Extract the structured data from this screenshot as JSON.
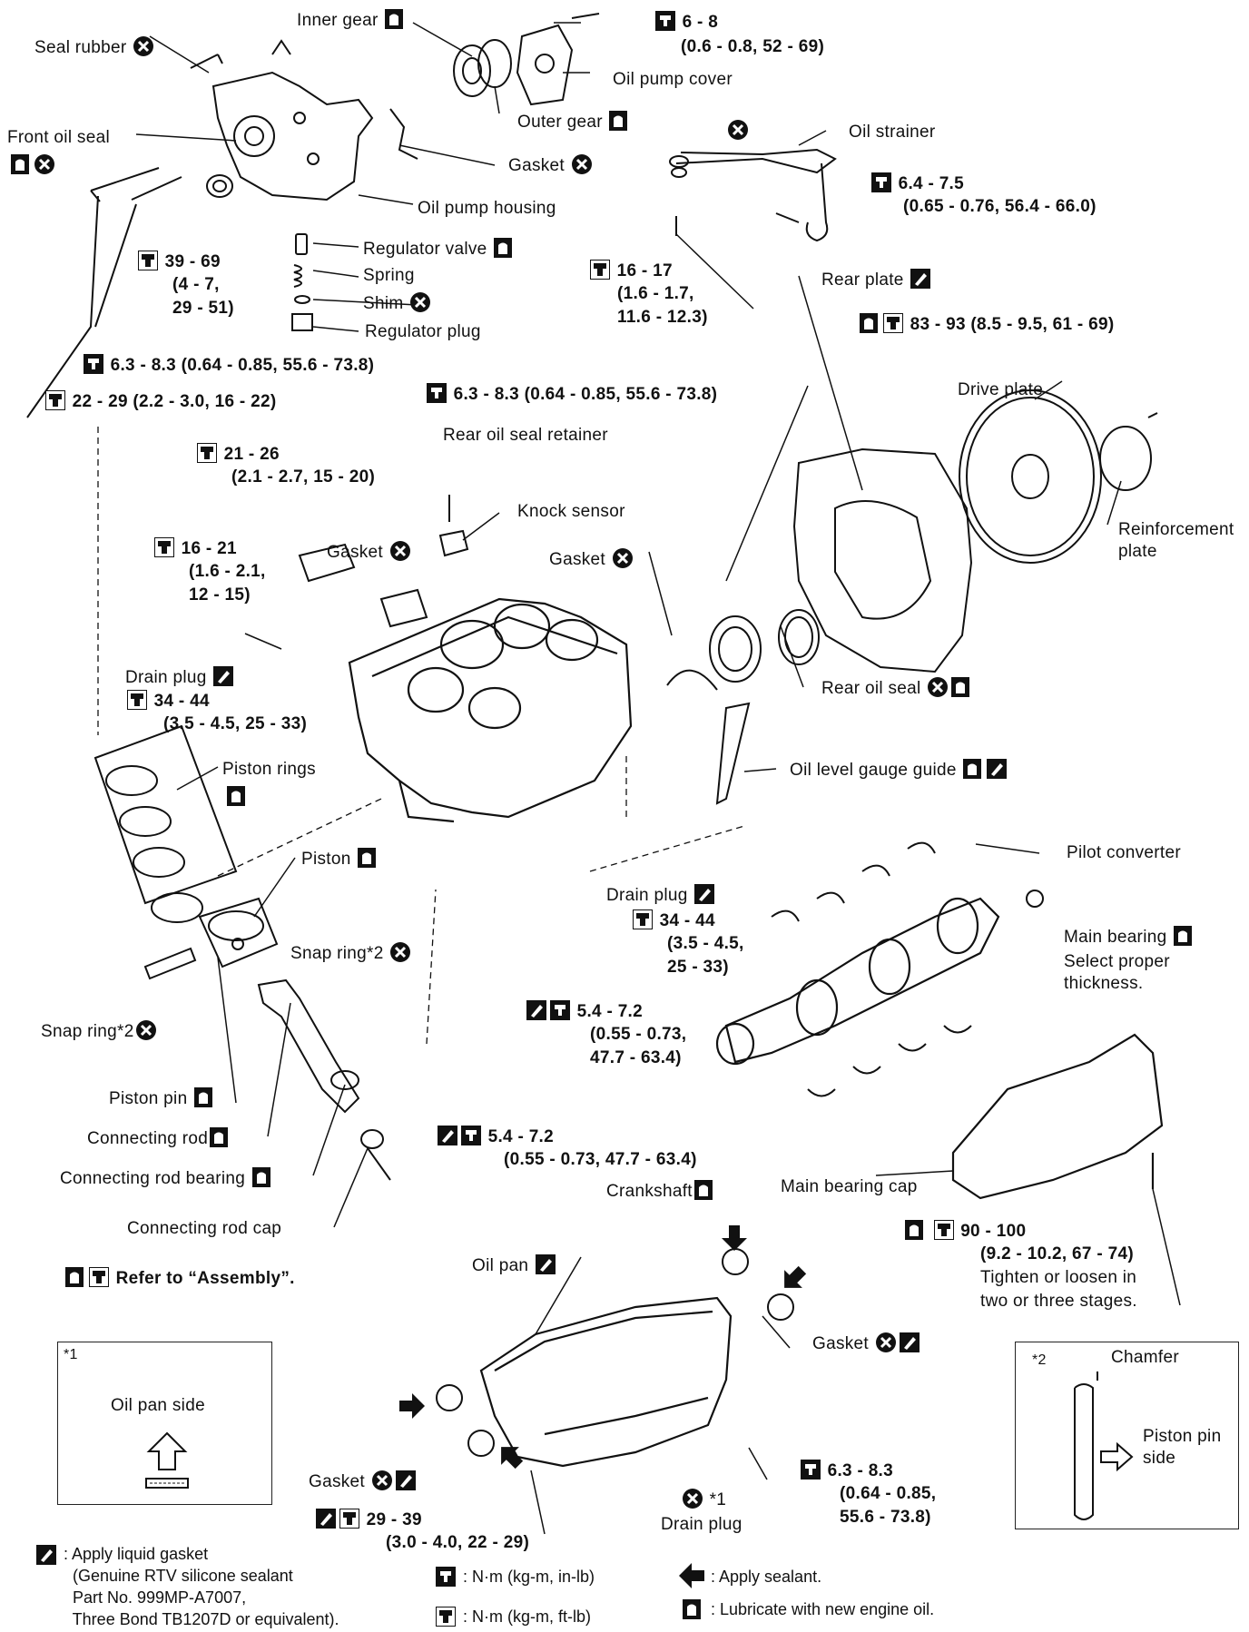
{
  "labels": {
    "seal_rubber": "Seal rubber",
    "inner_gear": "Inner gear",
    "torque_pump_cover": "6 - 8",
    "torque_pump_cover_2": "(0.6 - 0.8, 52 - 69)",
    "oil_pump_cover": "Oil pump cover",
    "outer_gear": "Outer gear",
    "front_oil_seal": "Front oil seal",
    "gasket_pump": "Gasket",
    "oil_pump_housing": "Oil pump housing",
    "oil_strainer": "Oil strainer",
    "torque_strainer": "6.4 - 7.5",
    "torque_strainer_2": "(0.65 - 0.76, 56.4 - 66.0)",
    "regulator_valve": "Regulator valve",
    "torque_reg_1": "39 - 69",
    "torque_reg_2": "(4 - 7,",
    "torque_reg_3": "29 - 51)",
    "spring": "Spring",
    "shim": "Shim",
    "regulator_plug": "Regulator plug",
    "torque_strainer_bolt_1": "16 - 17",
    "torque_strainer_bolt_2": "(1.6 - 1.7,",
    "torque_strainer_bolt_3": "11.6 - 12.3)",
    "rear_plate": "Rear plate",
    "torque_drive_plate": "83 - 93 (8.5 - 9.5, 61 - 69)",
    "torque_front_cover": "6.3 - 8.3 (0.64 - 0.85, 55.6 - 73.8)",
    "torque_front_cover_long": "22 - 29 (2.2 - 3.0, 16 - 22)",
    "torque_rear_seal": "6.3 - 8.3 (0.64 - 0.85, 55.6 - 73.8)",
    "drive_plate": "Drive plate",
    "rear_oil_seal_retainer": "Rear oil seal retainer",
    "torque_knock_1": "21 - 26",
    "torque_knock_2": "(2.1 - 2.7, 15 - 20)",
    "knock_sensor": "Knock sensor",
    "reinforcement_plate": "Reinforcement\nplate",
    "torque_cover_1": "16 - 21",
    "torque_cover_2": "(1.6 - 2.1,",
    "torque_cover_3": "12 - 15)",
    "gasket_cover": "Gasket",
    "gasket_retainer": "Gasket",
    "drain_plug_block": "Drain plug",
    "torque_drain_1": "34 - 44",
    "torque_drain_2": "(3.5 - 4.5, 25 - 33)",
    "rear_oil_seal": "Rear oil seal",
    "piston_rings": "Piston rings",
    "oil_level_gauge_guide": "Oil level gauge guide",
    "piston": "Piston",
    "pilot_converter": "Pilot converter",
    "drain_plug_2": "Drain plug",
    "torque_drain2_1": "34 - 44",
    "torque_drain2_2": "(3.5 - 4.5,",
    "torque_drain2_3": "25 - 33)",
    "snap_ring_1": "Snap ring*2",
    "main_bearing": "Main bearing",
    "main_bearing_note": "Select proper\nthickness.",
    "torque_bracket_1": "5.4 - 7.2",
    "torque_bracket_2": "(0.55 - 0.73,",
    "torque_bracket_3": "47.7 - 63.4)",
    "snap_ring_2": "Snap ring*2",
    "piston_pin": "Piston pin",
    "connecting_rod": "Connecting rod",
    "torque_bracket2_1": "5.4 - 7.2",
    "torque_bracket2_2": "(0.55 - 0.73, 47.7 - 63.4)",
    "connecting_rod_bearing": "Connecting rod bearing",
    "crankshaft": "Crankshaft",
    "main_bearing_cap": "Main bearing cap",
    "connecting_rod_cap": "Connecting rod cap",
    "torque_main_1": "90 - 100",
    "torque_main_2": "(9.2 - 10.2, 67 - 74)",
    "torque_main_3": "Tighten or loosen in",
    "torque_main_4": "two or three stages.",
    "refer_assembly": "Refer to “Assembly”.",
    "oil_pan": "Oil pan",
    "gasket_right": "Gasket",
    "note1_mark": "*1",
    "note1_text": "Oil pan side",
    "note2_mark": "*2",
    "chamfer": "Chamfer",
    "piston_pin_side": "Piston pin\nside",
    "gasket_left": "Gasket",
    "torque_pan_1": "6.3 - 8.3",
    "torque_pan_2": "(0.64 - 0.85,",
    "torque_pan_3": "55.6 - 73.8)",
    "torque_drainpan_1": "29 - 39",
    "torque_drainpan_2": "(3.0 - 4.0, 22 - 29)",
    "drain_plug_pan_mark": "*1",
    "drain_plug_pan": "Drain plug"
  },
  "legend": {
    "liquid_gasket": ": Apply liquid gasket\n  (Genuine RTV silicone sealant\n  Part No. 999MP-A7007,\n  Three Bond TB1207D or equivalent).",
    "nm_inlb": ": N·m (kg-m, in-lb)",
    "nm_ftlb": ": N·m (kg-m, ft-lb)",
    "apply_sealant": ": Apply sealant.",
    "lubricate": ": Lubricate with new engine oil."
  }
}
